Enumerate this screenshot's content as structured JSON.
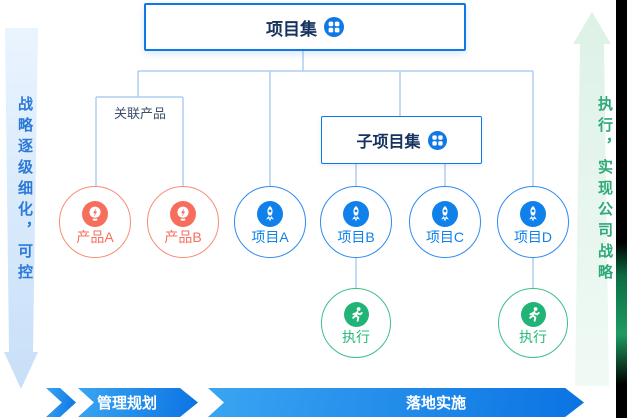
{
  "program": {
    "label": "项目集"
  },
  "subprogram": {
    "label": "子项目集"
  },
  "related_products": {
    "label": "关联产品"
  },
  "left_arrow": {
    "label": "战略逐级细化，可控"
  },
  "right_arrow": {
    "label": "执行，实现公司战略"
  },
  "nodes": {
    "products": [
      {
        "label": "产品A"
      },
      {
        "label": "产品B"
      }
    ],
    "projects": [
      {
        "label": "项目A"
      },
      {
        "label": "项目B"
      },
      {
        "label": "项目C"
      },
      {
        "label": "项目D"
      }
    ],
    "executions": [
      {
        "label": "执行"
      },
      {
        "label": "执行"
      }
    ]
  },
  "banners": [
    {
      "label": "管理规划"
    },
    {
      "label": "落地实施"
    }
  ],
  "colors": {
    "primary_blue": "#0d78e6",
    "node_blue": "#1080ea",
    "coral": "#f76e5c",
    "green": "#22b377",
    "connector_light_blue": "#aecdf0",
    "banner_gradient_start": "#3aa5f2",
    "banner_gradient_end": "#0b73e2",
    "dark_title_text": "#16335f"
  }
}
